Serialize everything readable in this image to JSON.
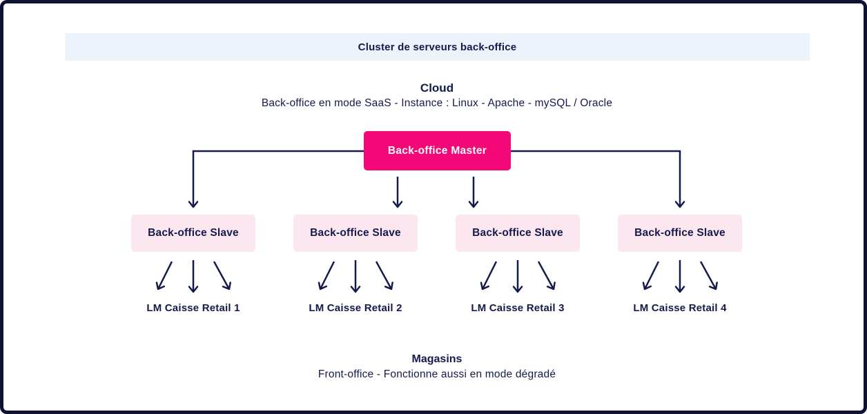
{
  "colors": {
    "frame_navy": "#0D1133",
    "text_navy": "#141A4A",
    "accent_pink": "#F40877",
    "node_pink": "#FCE7F0",
    "header_bg": "#EEF2FB"
  },
  "header": {
    "title": "Cluster de serveurs back-office"
  },
  "cloud": {
    "title": "Cloud",
    "subtitle": "Back-office en mode SaaS - Instance : Linux - Apache - mySQL / Oracle"
  },
  "master": {
    "label": "Back-office Master"
  },
  "slaves": [
    {
      "label": "Back-office Slave",
      "store": "LM Caisse Retail 1"
    },
    {
      "label": "Back-office Slave",
      "store": "LM Caisse Retail 2"
    },
    {
      "label": "Back-office Slave",
      "store": "LM Caisse Retail 3"
    },
    {
      "label": "Back-office Slave",
      "store": "LM Caisse Retail 4"
    }
  ],
  "stores": {
    "title": "Magasins",
    "subtitle": "Front-office - Fonctionne aussi en mode dégradé"
  }
}
